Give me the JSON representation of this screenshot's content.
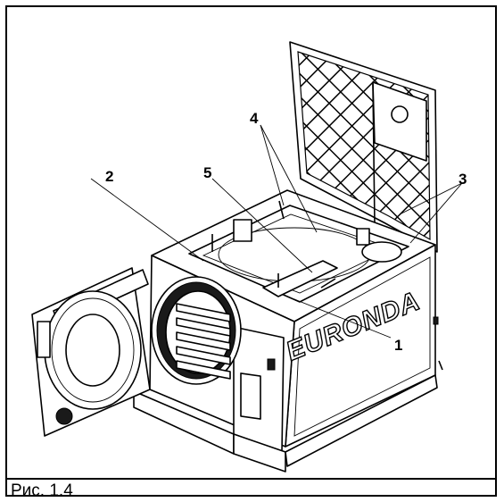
{
  "callouts": {
    "c1": "1",
    "c2": "2",
    "c3": "3",
    "c4": "4",
    "c5": "5"
  },
  "brand": "EURONDA",
  "caption": "Рис. 1.4",
  "colors": {
    "line": "#000000",
    "background": "#ffffff",
    "fill_dark": "#1a1a1a",
    "fill_gray": "#bdbdbd"
  }
}
